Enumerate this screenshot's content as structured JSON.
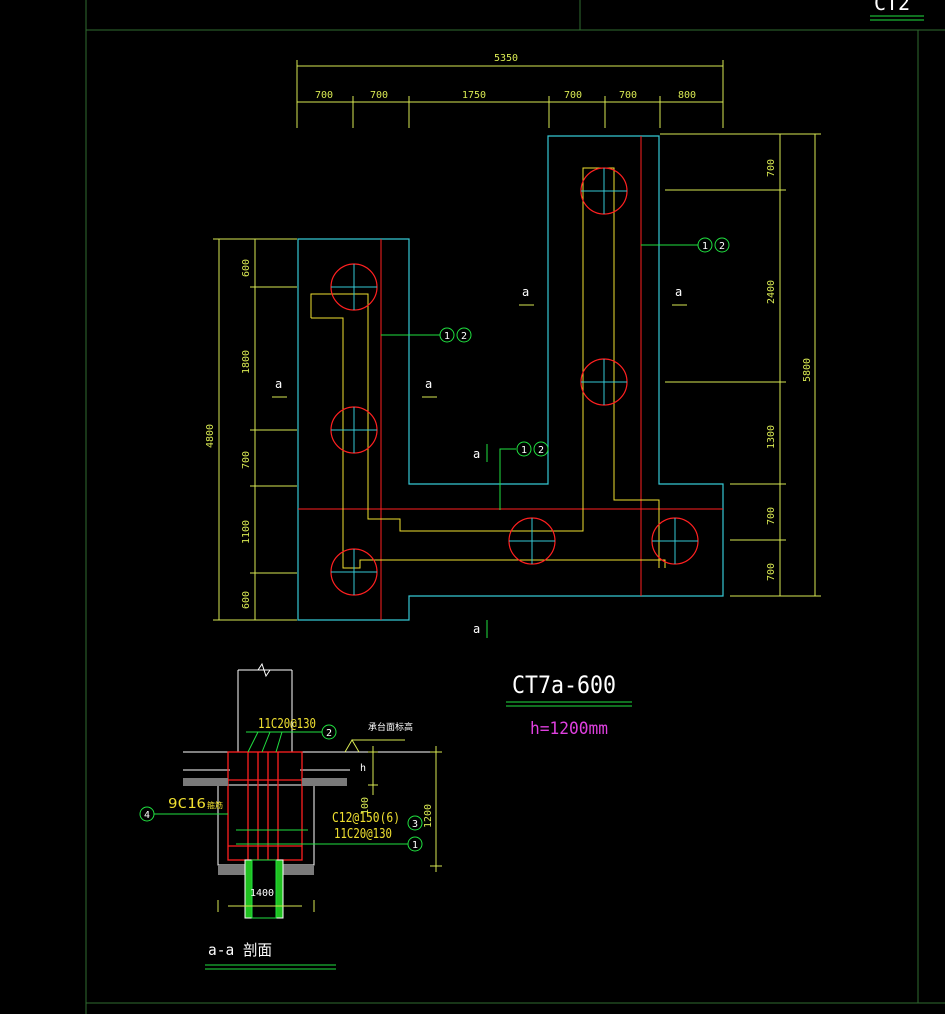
{
  "colors": {
    "background": "#000000",
    "frame": "#2f6b2f",
    "dimension": "#d8e852",
    "outline": "#35c8d4",
    "pile": "#ff2020",
    "crosshair": "#35c8d4",
    "rebar": "#f0e030",
    "leader": "#20e040",
    "title": "#ffffff",
    "height": "#e040e0"
  },
  "sheet_tag": "CT2",
  "drawing": {
    "title": "CT7a-600",
    "height_label": "h=1200mm",
    "section_marker": "a",
    "rebar_tags": [
      "1",
      "2"
    ]
  },
  "dimensions": {
    "top_total": "5350",
    "top_segments": [
      "700",
      "700",
      "1750",
      "700",
      "700",
      "800"
    ],
    "left_total": "4800",
    "left_segments": [
      "600",
      "1800",
      "700",
      "1100",
      "600"
    ],
    "right_total": "5800",
    "right_segments": [
      "700",
      "2400",
      "1300",
      "700",
      "700"
    ]
  },
  "section": {
    "title": "a-a 剖面",
    "top_bar": "11C20@130",
    "side_bar": "9C16",
    "side_bar_suffix": "箍筋",
    "stirrup": "C12@150(6)",
    "bottom_bar": "11C20@130",
    "top_label": "承台面标高",
    "height_mark": "h",
    "cover": "100",
    "height": "1200",
    "pile_dia": "1400",
    "tags": [
      "1",
      "2",
      "3",
      "4"
    ]
  }
}
